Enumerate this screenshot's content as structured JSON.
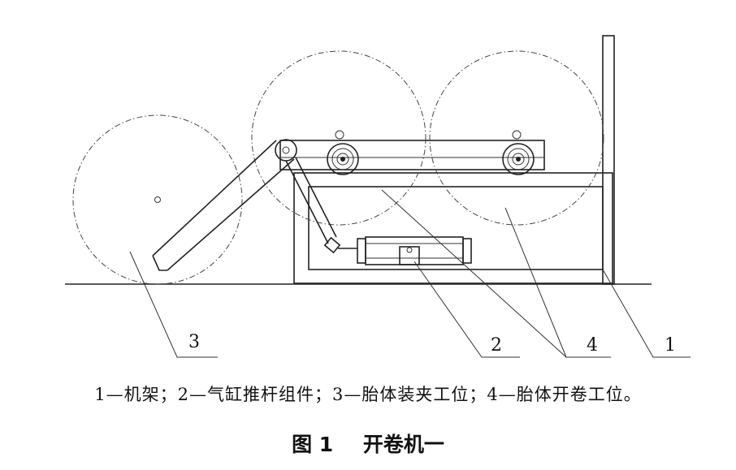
{
  "callouts": {
    "c1": "1",
    "c2": "2",
    "c3": "3",
    "c4": "4"
  },
  "legend": "1—机架；2—气缸推杆组件；3—胎体装夹工位；4—胎体开卷工位。",
  "caption": {
    "number": "图 1",
    "title": "开卷机一"
  }
}
